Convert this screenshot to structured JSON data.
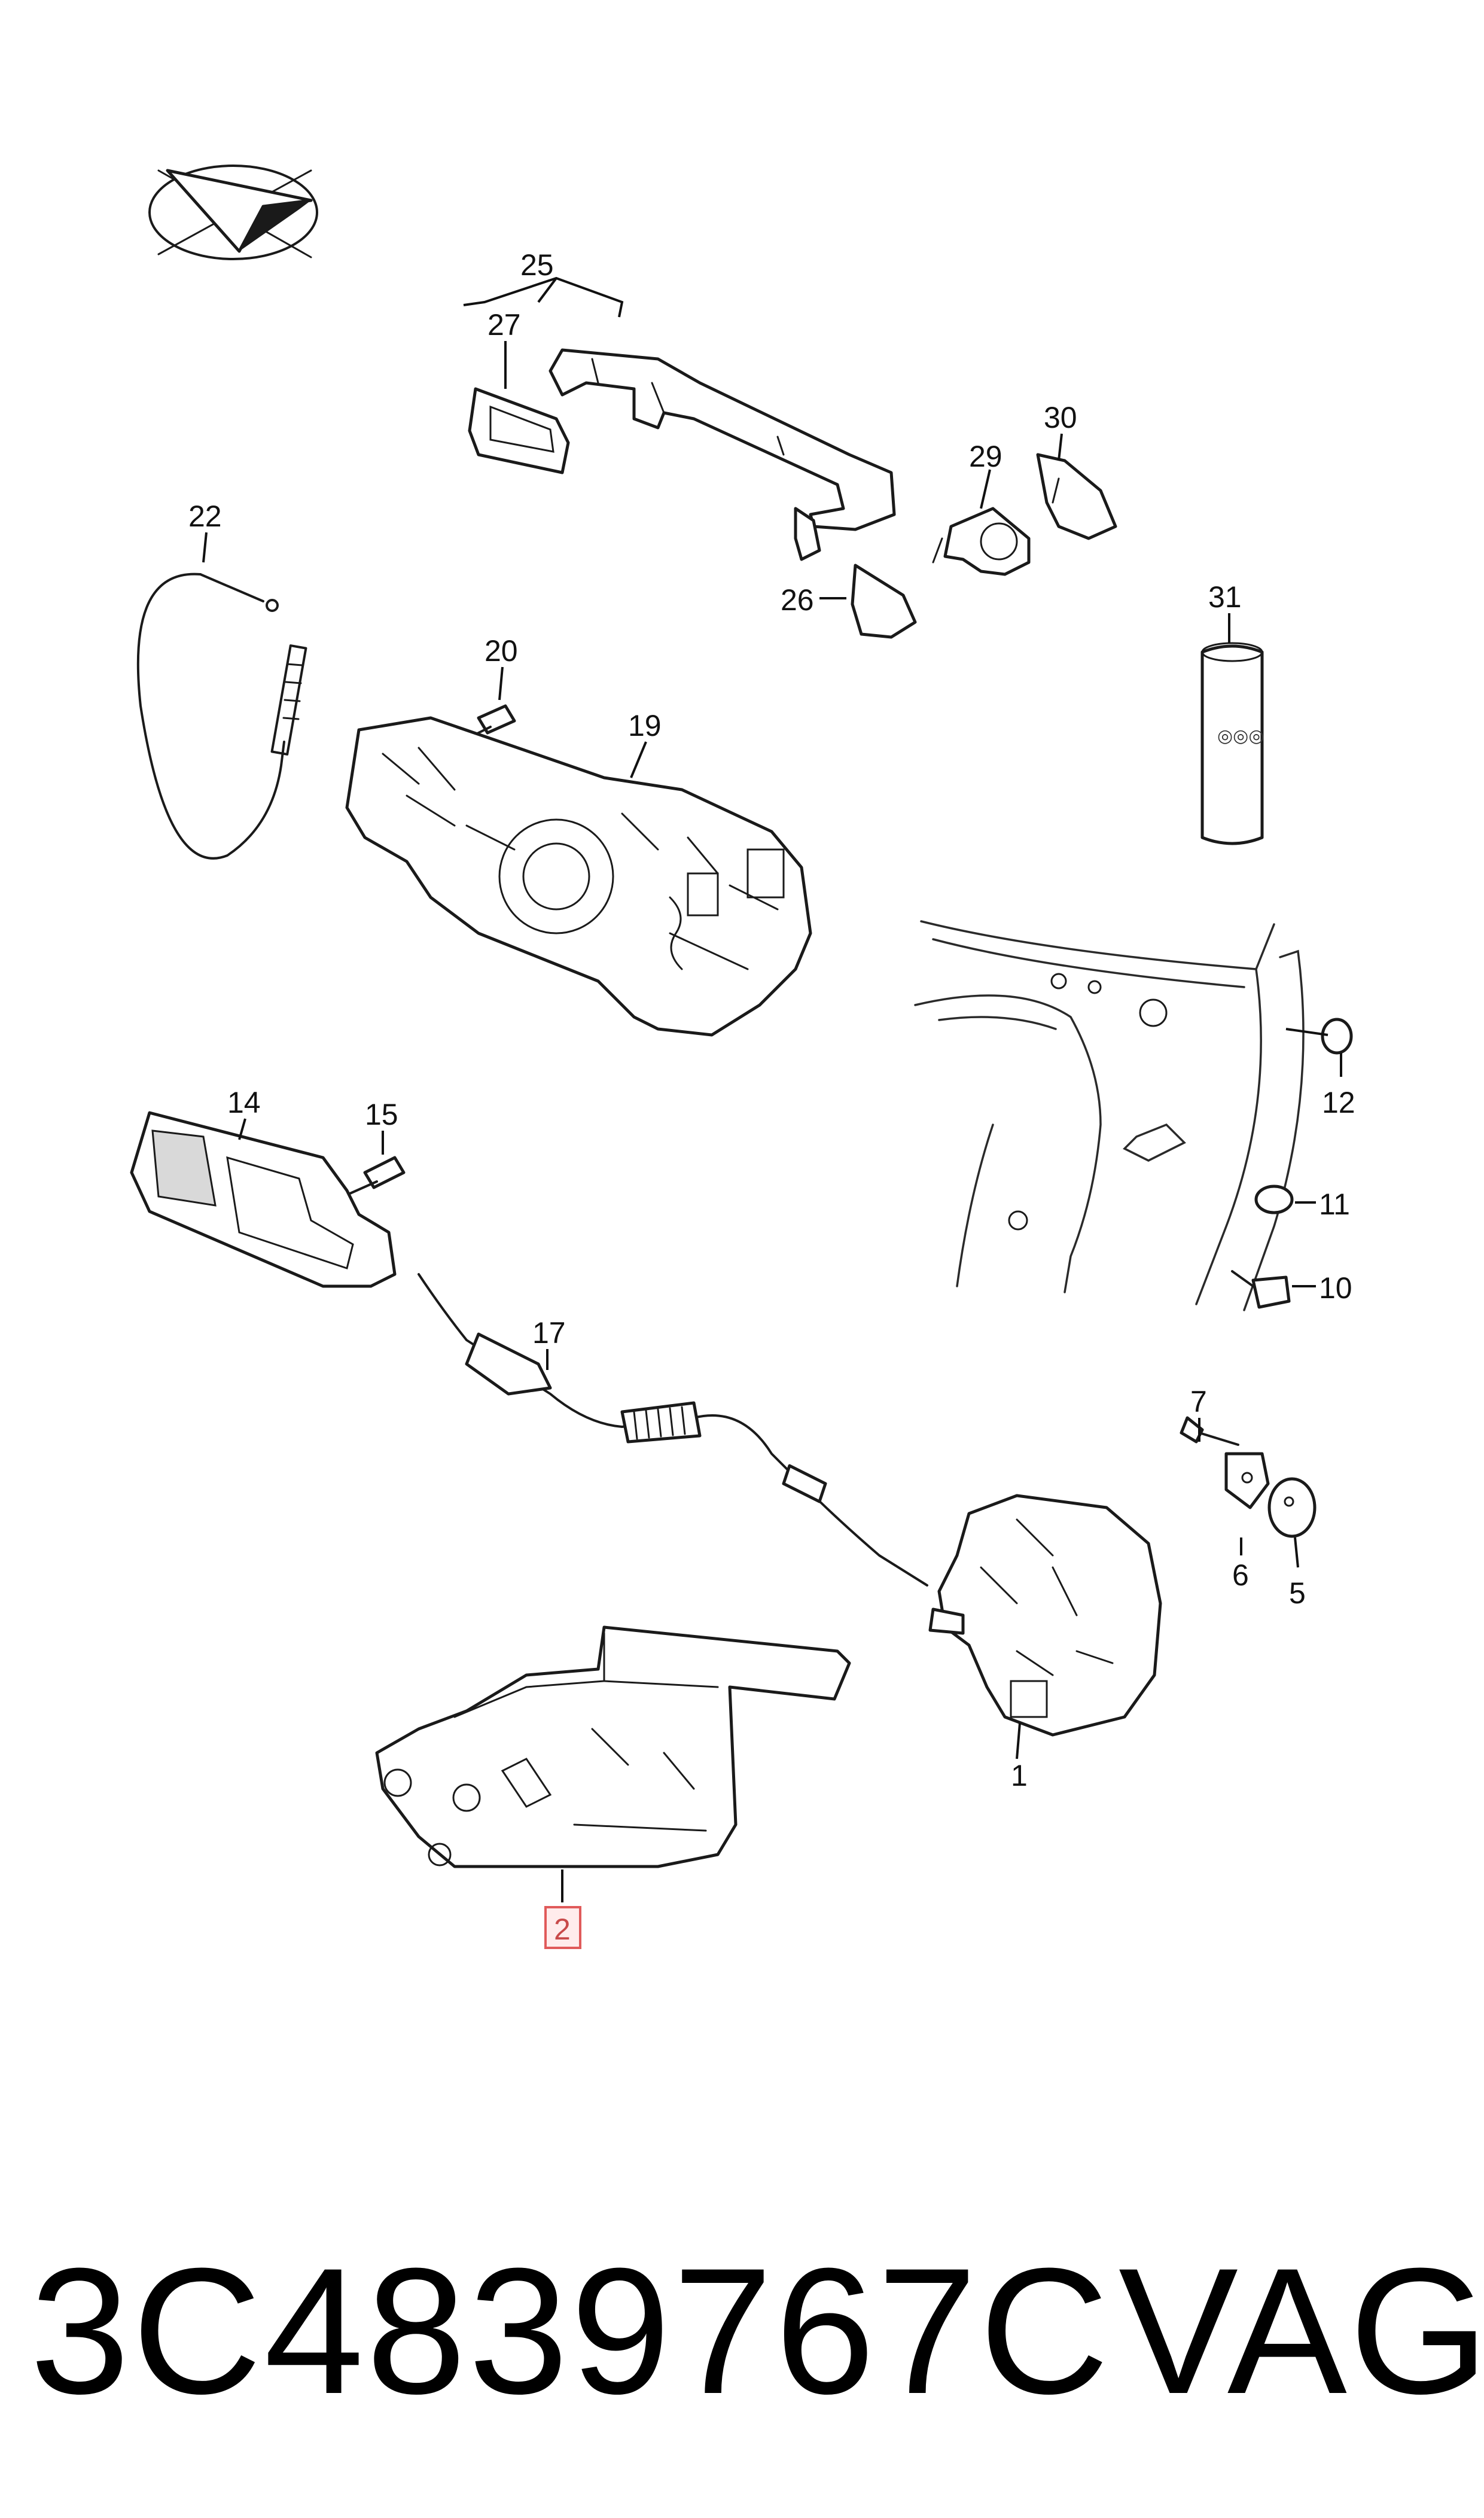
{
  "diagram": {
    "callouts": {
      "c1": "1",
      "c2": "2",
      "c5": "5",
      "c6": "6",
      "c7": "7",
      "c10": "10",
      "c11": "11",
      "c12": "12",
      "c14": "14",
      "c15": "15",
      "c17": "17",
      "c19": "19",
      "c20": "20",
      "c22": "22",
      "c25": "25",
      "c26": "26",
      "c27": "27",
      "c29": "29",
      "c30": "30",
      "c31": "31"
    },
    "highlighted_part": "2",
    "highlight_color": "#e05a5a"
  },
  "footer": {
    "part_number": "3C4839767C",
    "brand": "VAG"
  }
}
